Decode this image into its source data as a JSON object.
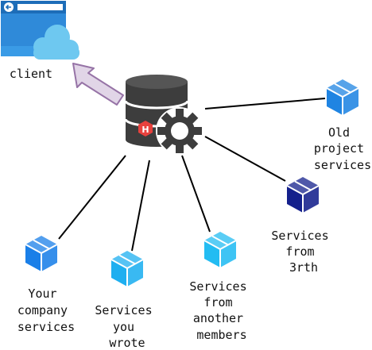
{
  "diagram": {
    "client": {
      "label": "client",
      "icon": "browser-cloud-icon"
    },
    "hub": {
      "icon": "database-gear-icon",
      "badge_letter": "H",
      "badge_color": "#e8413d"
    },
    "nodes": [
      {
        "id": "your-company-services",
        "lines": [
          "Your",
          "company",
          "services"
        ],
        "color": "#1a7fe8"
      },
      {
        "id": "services-you-wrote",
        "lines": [
          "Services",
          "you",
          "wrote"
        ],
        "color": "#1eaff0"
      },
      {
        "id": "services-from-another-members",
        "lines": [
          "Services",
          "from",
          "another",
          "members"
        ],
        "color": "#23bcf2"
      },
      {
        "id": "services-from-3rth",
        "lines": [
          "Services",
          "from",
          "3rth"
        ],
        "color": "#14208c"
      },
      {
        "id": "old-project-services",
        "lines": [
          "Old",
          "project",
          "services"
        ],
        "color": "#1f84e2"
      }
    ],
    "colors": {
      "edge": "#000000",
      "arrow_fill": "#e1d5e7",
      "arrow_stroke": "#9673a6",
      "db": "#3d3d3d",
      "gear": "#3d3d3d"
    }
  }
}
